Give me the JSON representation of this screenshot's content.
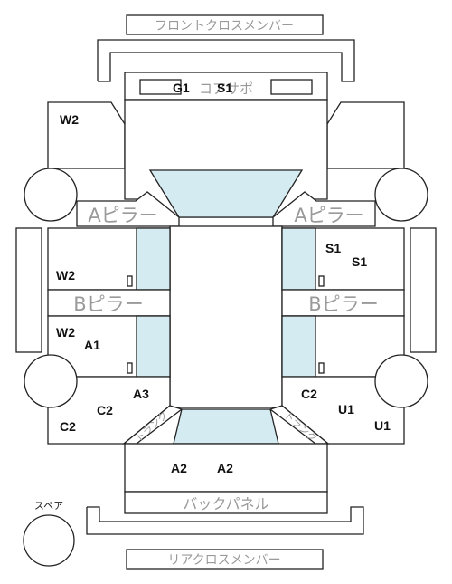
{
  "labels": {
    "front_cross_member": "フロントクロスメンバー",
    "core_support": "コアサポ",
    "a_pillar_left": "Aピラー",
    "a_pillar_right": "Aピラー",
    "b_pillar_left": "Bピラー",
    "b_pillar_right": "Bピラー",
    "trunk_left": "トランク",
    "trunk_right": "トランク",
    "back_panel": "バックパネル",
    "rear_cross_member": "リアクロスメンバー",
    "spare": "スペア"
  },
  "zones": {
    "core_g1": "G1",
    "core_s1": "S1",
    "front_left": "W2",
    "front_door_left": "W2",
    "rear_door_left_w": "W2",
    "rear_door_left_a": "A1",
    "quarter_left_c2": "C2",
    "quarter_left_c2_low": "C2",
    "pillar_c_left": "A3",
    "front_door_right_a": "S1",
    "front_door_right_b": "S1",
    "pillar_c_right": "C2",
    "quarter_right_u1": "U1",
    "quarter_right_u1_low": "U1",
    "trunk_a2_left": "A2",
    "trunk_a2_right": "A2"
  },
  "colors": {
    "glass": "#d4ebf2",
    "outline": "#222222",
    "label_gray": "#9a9a9a"
  }
}
